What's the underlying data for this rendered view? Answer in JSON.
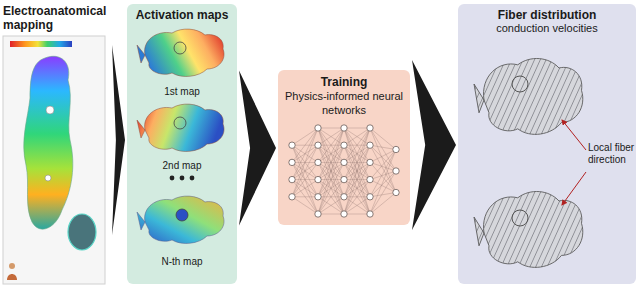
{
  "diagram": {
    "nodes": [
      {
        "text": [
          "Electroanatomical mapping"
        ]
      },
      {
        "text": [
          "Activation maps",
          "1st map",
          "2nd map",
          "N-th map"
        ]
      },
      {
        "text": [
          "Training",
          "Physics-informed neural networks"
        ]
      },
      {
        "text": [
          "Fiber distribution",
          "conduction velocities"
        ]
      }
    ],
    "edges": [
      {
        "from": 0,
        "to": 1,
        "arrow": "to"
      },
      {
        "from": 1,
        "to": 2,
        "arrow": "to"
      },
      {
        "from": 2,
        "to": 3,
        "arrow": "to"
      }
    ],
    "labels": [
      "Local fiber direction"
    ]
  }
}
